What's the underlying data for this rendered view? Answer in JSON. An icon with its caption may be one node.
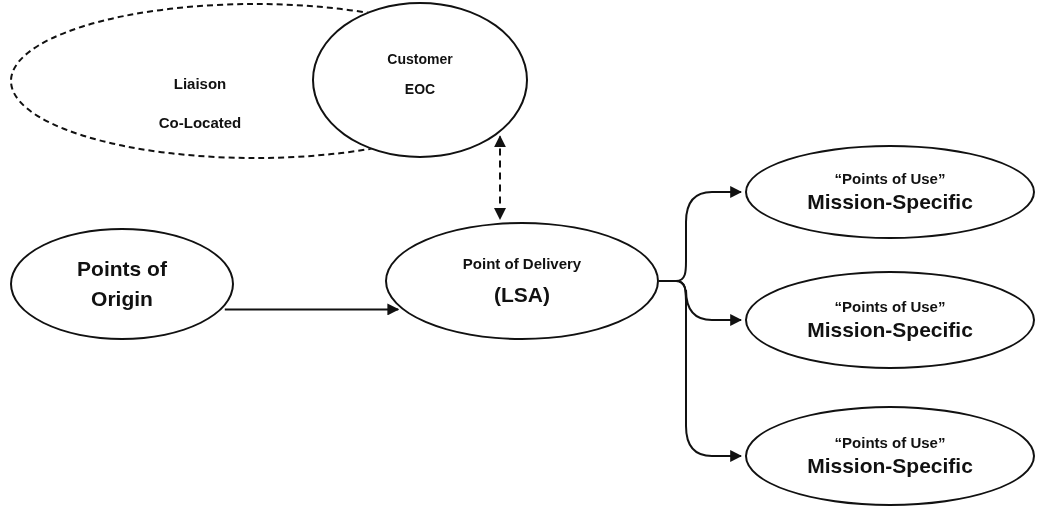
{
  "diagram": {
    "nodes": [
      {
        "text": [
          "Liaison",
          "Co-Located"
        ]
      },
      {
        "text": [
          "Customer",
          "EOC"
        ]
      },
      {
        "text": [
          "Points of",
          "Origin"
        ]
      },
      {
        "text": [
          "Point of Delivery",
          "(LSA)"
        ]
      },
      {
        "text": [
          "“Points of Use”",
          "Mission-Specific"
        ]
      },
      {
        "text": [
          "“Points of Use”",
          "Mission-Specific"
        ]
      },
      {
        "text": [
          "“Points of Use”",
          "Mission-Specific"
        ]
      }
    ],
    "edges": [
      {
        "from": 2,
        "to": 3,
        "arrow": "to"
      },
      {
        "from": 1,
        "to": 3,
        "arrow": "both",
        "style": "dashed"
      },
      {
        "from": 3,
        "to": 4,
        "arrow": "to"
      },
      {
        "from": 3,
        "to": 5,
        "arrow": "to"
      },
      {
        "from": 3,
        "to": 6,
        "arrow": "to"
      }
    ]
  }
}
